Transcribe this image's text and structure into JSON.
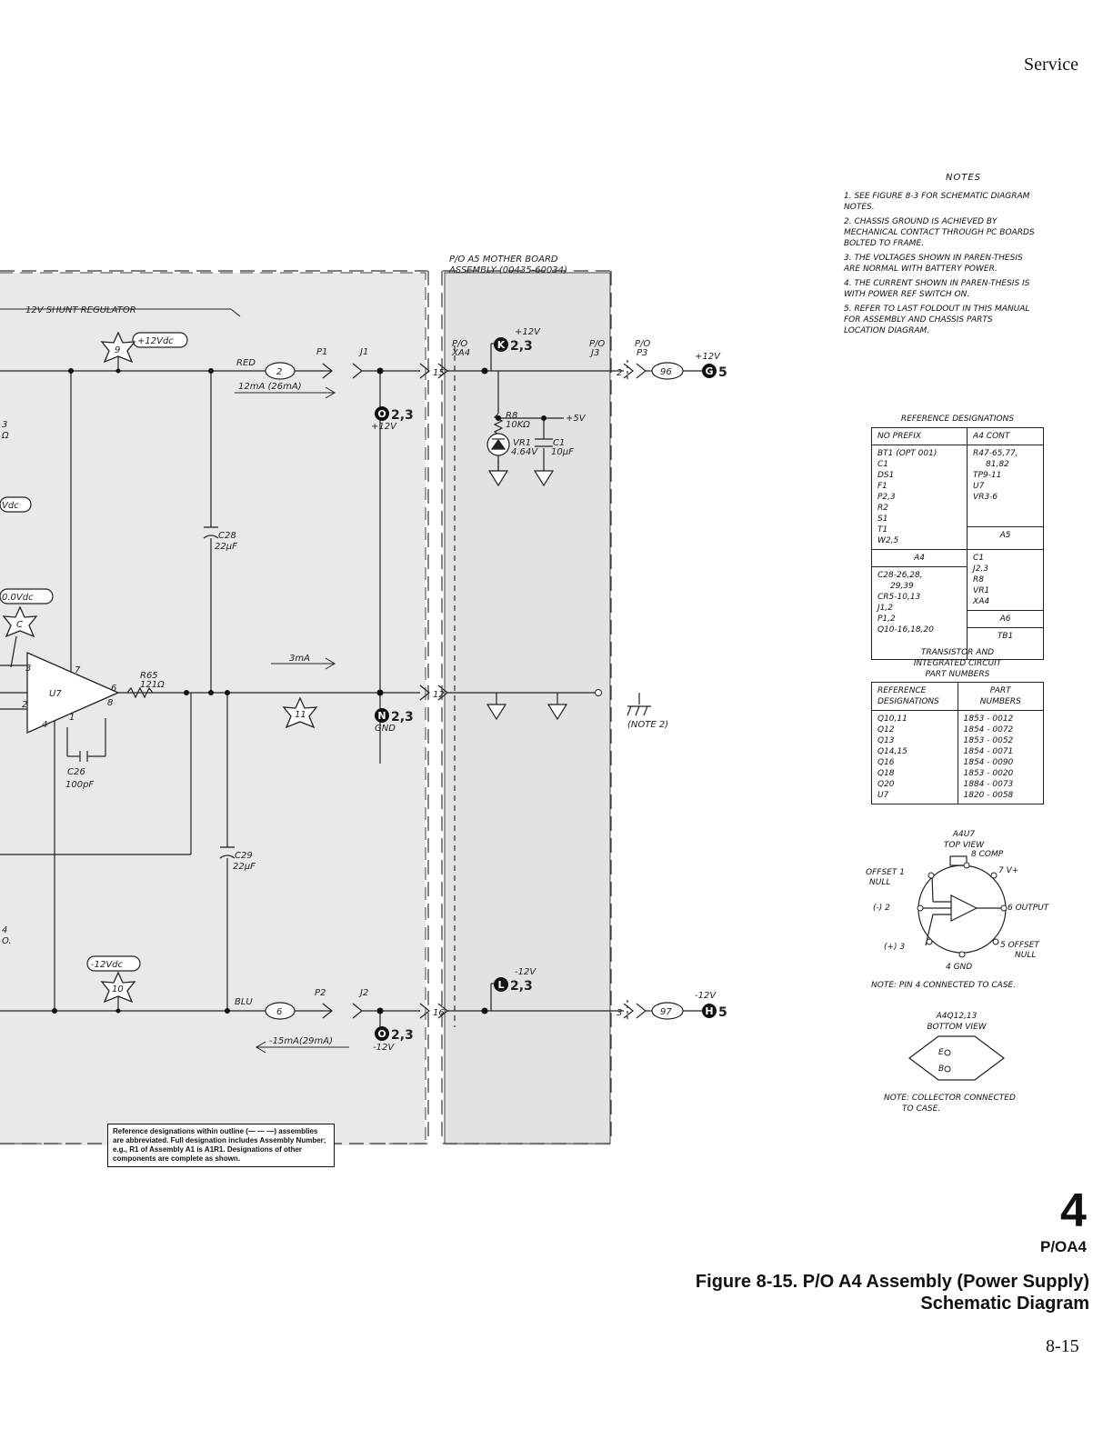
{
  "header": {
    "section": "Service"
  },
  "schematic": {
    "board_label": [
      "P/O A5 MOTHER BOARD",
      "ASSEMBLY (00435-60034)"
    ],
    "shunt_regulator": "12V SHUNT REGULATOR",
    "labels": {
      "v12vdc": "+12Vdc",
      "vdc_left": "Vdc",
      "v0vdc": "0.0Vdc",
      "vneg12vdc": "-12Vdc",
      "red": "RED",
      "blu": "BLU",
      "p1": "P1",
      "j1": "J1",
      "p2": "P2",
      "j2": "J2",
      "cur_top": "12mA (26mA)",
      "cur_mid": "3mA",
      "cur_bot": "-15mA(29mA)",
      "c28": "C28",
      "c28v": "22µF",
      "c29": "C29",
      "c29v": "22µF",
      "c26": "C26",
      "c26v": "100pF",
      "r65": "R65",
      "r65v": "121Ω",
      "u7": "U7",
      "r8": "R8",
      "r8v": "10KΩ",
      "vr1": "VR1",
      "vr1v": "4.64V",
      "c1": "C1",
      "c1v": "10µF",
      "plus5v": "+5V",
      "plus12v_top": "+12V",
      "plus12v_right": "+12V",
      "plus12v_small": "+12V",
      "neg12v_top": "-12V",
      "neg12v_right": "-12V",
      "neg12v_small": "-12V",
      "gnd": "GND",
      "note2": "(NOTE 2)",
      "pio_xa4": "P/O",
      "xa4": "XA4",
      "pio_j3": "P/O",
      "j3": "J3",
      "pio_p3": "P/O",
      "p3": "P3",
      "pin15": "15",
      "pin12": "12",
      "pin16": "16",
      "pin2": "2",
      "pin3": "3",
      "wire2": "2",
      "wire6": "6",
      "wire96": "96",
      "wire97": "97",
      "tp9": "9",
      "tp10": "10",
      "tp11": "11",
      "tpc": "C",
      "u7_pin7": "7",
      "u7_pin3": "3",
      "u7_pin2": "2",
      "u7_pin4": "4",
      "u7_pin6": "6",
      "u7_pin8": "8",
      "u7_pin1": "1",
      "left_3": "3",
      "left_omega": "Ω",
      "left_4": "4",
      "left_o": "O."
    },
    "refs": {
      "o23_top": "2,3",
      "k23": "2,3",
      "g5": "5",
      "n23": "2,3",
      "l23": "2,3",
      "o23_bot": "2,3",
      "h5": "5"
    }
  },
  "notes": {
    "title": "NOTES",
    "items": [
      "1. SEE FIGURE 8-3 FOR SCHEMATIC DIAGRAM NOTES.",
      "2. CHASSIS GROUND IS ACHIEVED BY MECHANICAL CONTACT THROUGH PC BOARDS BOLTED TO FRAME.",
      "3. THE VOLTAGES SHOWN IN PAREN-THESIS ARE NORMAL WITH BATTERY POWER.",
      "4. THE CURRENT SHOWN IN PAREN-THESIS IS WITH POWER REF SWITCH ON.",
      "5. REFER TO LAST FOLDOUT IN THIS MANUAL FOR ASSEMBLY AND CHASSIS PARTS LOCATION DIAGRAM."
    ]
  },
  "ref_table": {
    "title": "REFERENCE DESIGNATIONS",
    "no_prefix_header": "NO PREFIX",
    "no_prefix_items": [
      "BT1 (OPT 001)",
      "C1",
      "DS1",
      "F1",
      "P2,3",
      "R2",
      "S1",
      "T1",
      "W2,5"
    ],
    "a4cont_header": "A4 CONT",
    "a4cont_items": [
      "R47-65,77,",
      "81,82",
      "TP9-11",
      "U7",
      "VR3-6"
    ],
    "a4_header": "A4",
    "a4_items": [
      "C28-26,28,",
      "29,39",
      "CR5-10,13",
      "J1,2",
      "P1,2",
      "Q10-16,18,20"
    ],
    "a5_header": "A5",
    "a5_items": [
      "C1",
      "J2,3",
      "R8",
      "VR1",
      "XA4"
    ],
    "a6_header": "A6",
    "a6_items": [
      "TB1"
    ]
  },
  "part_table": {
    "title": [
      "TRANSISTOR AND",
      "INTEGRATED CIRCUIT",
      "PART NUMBERS"
    ],
    "col1": [
      "REFERENCE",
      "DESIGNATIONS"
    ],
    "col2": [
      "PART",
      "NUMBERS"
    ],
    "rows": [
      [
        "Q10,11",
        "1853 - 0012"
      ],
      [
        "Q12",
        "1854 - 0072"
      ],
      [
        "Q13",
        "1853 - 0052"
      ],
      [
        "Q14,15",
        "1854 - 0071"
      ],
      [
        "Q16",
        "1854 - 0090"
      ],
      [
        "Q18",
        "1853 - 0020"
      ],
      [
        "Q20",
        "1884 - 0073"
      ],
      [
        "U7",
        "1820 - 0058"
      ]
    ]
  },
  "ic_diagram": {
    "title": [
      "A4U7",
      "TOP VIEW"
    ],
    "pins": {
      "p8": "8 COMP",
      "p7": "7 V+",
      "p1": "OFFSET 1",
      "p1b": "NULL",
      "p2": "(-) 2",
      "p6": "6 OUTPUT",
      "p3": "(+) 3",
      "p5": "5 OFFSET",
      "p5b": "NULL",
      "p4": "4 GND"
    },
    "note": "NOTE: PIN 4 CONNECTED TO CASE."
  },
  "transistor_diagram": {
    "title": [
      "A4Q12,13",
      "BOTTOM VIEW"
    ],
    "e": "E",
    "b": "B",
    "note": [
      "NOTE: COLLECTOR CONNECTED",
      "TO CASE."
    ]
  },
  "legend": "Reference designations within outline (— — —) assemblies are abbreviated. Full designation includes Assembly Number; e.g., R1 of Assembly A1 is A1R1. Designations of other components are complete as shown.",
  "footer": {
    "big_number": "4",
    "poa": "P/OA4",
    "figure_title": [
      "Figure 8-15. P/O A4 Assembly (Power Supply)",
      "Schematic Diagram"
    ],
    "page_number": "8-15"
  }
}
